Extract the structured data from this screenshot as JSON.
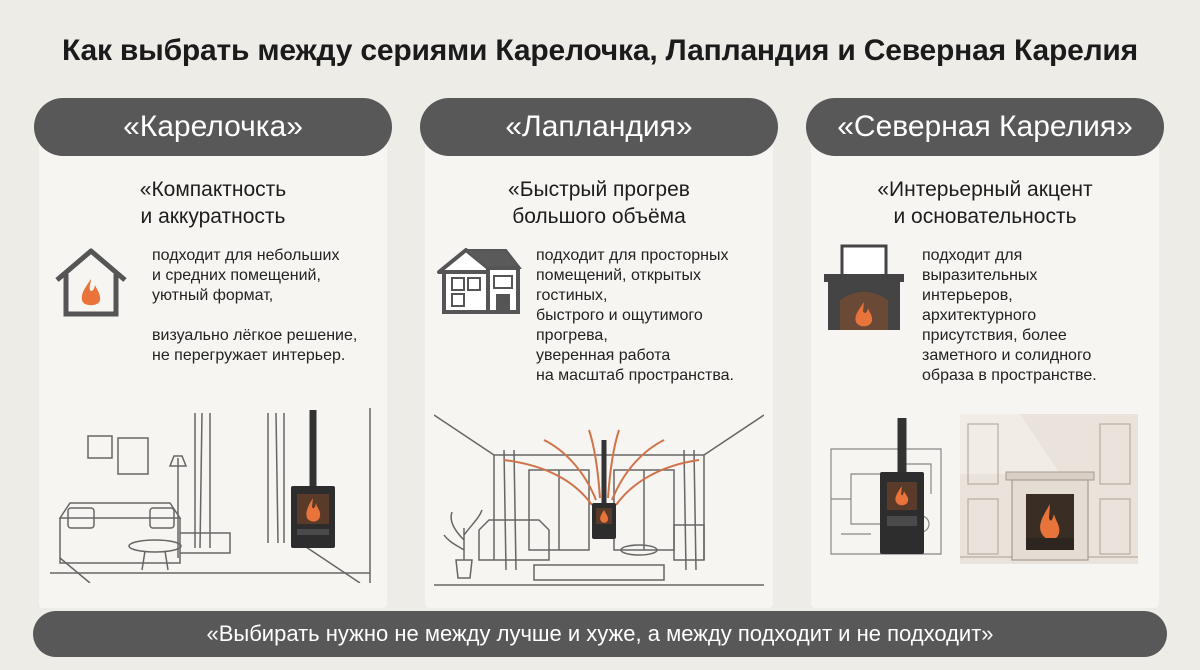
{
  "title": "Как выбрать между сериями Карелочка, Лапландия и Северная Карелия",
  "colors": {
    "header_bg": "#585858",
    "panel_bg": "#f6f5f1",
    "page_bg": "#eeece7",
    "flame": "#e8743b"
  },
  "columns": [
    {
      "header": "«Карелочка»",
      "subtitle_line1": "«Компактность",
      "subtitle_line2": "и аккуратность",
      "icon": "house-flame-icon",
      "text_lines": [
        "подходит для небольших",
        "и средних помещений,",
        "уютный формат,",
        "",
        "визуально лёгкое решение,",
        "не перегружает интерьер."
      ]
    },
    {
      "header": "«Лапландия»",
      "subtitle_line1": "«Быстрый прогрев",
      "subtitle_line2": "большого объёма",
      "icon": "two-storey-house-icon",
      "text_lines": [
        "подходит для просторных",
        "помещений, открытых",
        "гостиных,",
        "быстрого и ощутимого",
        "прогрева,",
        "уверенная работа",
        "на масштаб пространства."
      ]
    },
    {
      "header": "«Северная Карелия»",
      "subtitle_line1": "«Интерьерный акцент",
      "subtitle_line2": "и основательность",
      "icon": "fireplace-icon",
      "text_lines": [
        "подходит для",
        "выразительных",
        "интерьеров,",
        "архитектурного",
        "присутствия, более",
        "заметного и  солидного",
        "образа в пространстве."
      ]
    }
  ],
  "footer": "«Выбирать нужно не между лучше и хуже, а между подходит и не подходит»"
}
